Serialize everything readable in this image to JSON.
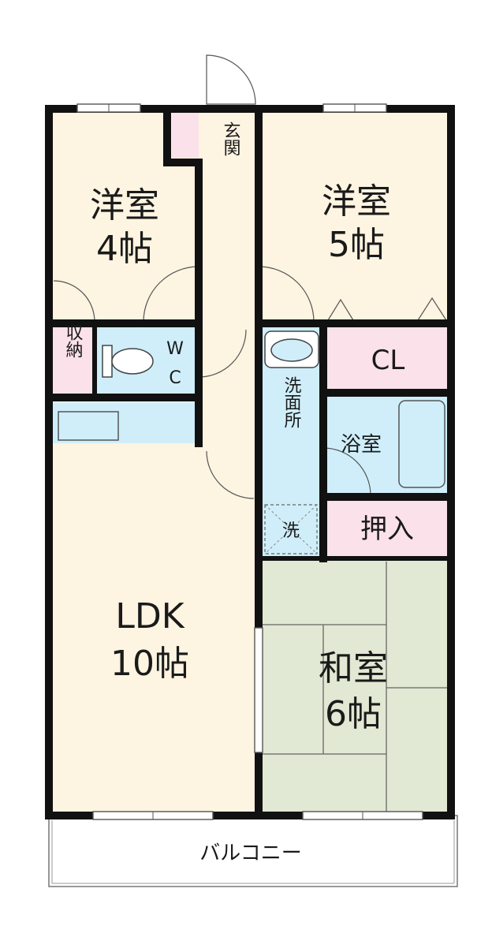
{
  "colors": {
    "room_floor": "#fdf4e1",
    "wet_area": "#cfeefa",
    "storage": "#fbe1ea",
    "tatami": "#e1e8d3",
    "wall": "#111111",
    "balcony": "#ffffff"
  },
  "rooms": {
    "western_room_a": {
      "name": "洋室",
      "size": "4帖"
    },
    "western_room_b": {
      "name": "洋室",
      "size": "5帖"
    },
    "entrance": "玄関",
    "storage_small": "収納",
    "wc_w": "W",
    "wc_c": "C",
    "closet": "CL",
    "washroom": "洗面所",
    "bathroom": "浴室",
    "washer": "洗",
    "oshiire": "押入",
    "ldk": {
      "name": "LDK",
      "size": "10帖"
    },
    "japanese_room": {
      "name": "和室",
      "size": "6帖"
    },
    "balcony": "バルコニー"
  }
}
